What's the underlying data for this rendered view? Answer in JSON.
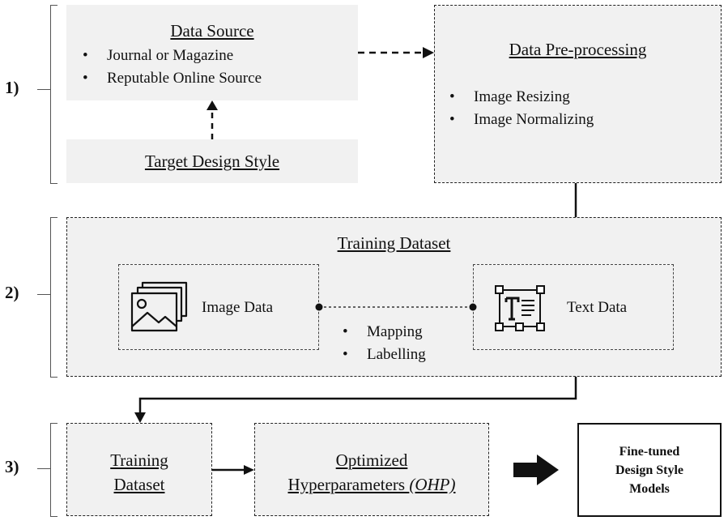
{
  "steps": [
    "1)",
    "2)",
    "3)"
  ],
  "data_source": {
    "title": "Data Source",
    "items": [
      "Journal or Magazine",
      "Reputable Online Source"
    ]
  },
  "target_style": {
    "title": "Target Design Style"
  },
  "preprocessing": {
    "title": "Data Pre-processing",
    "items": [
      "Image Resizing",
      "Image Normalizing"
    ]
  },
  "training": {
    "title": "Training Dataset",
    "image_label": "Image Data",
    "text_label": "Text Data",
    "items": [
      "Mapping",
      "Labelling"
    ],
    "image_icon": "image-gallery-icon",
    "text_icon": "text-box-icon"
  },
  "stage3": {
    "dataset_line1": "Training",
    "dataset_line2": "Dataset",
    "ohp_line1": "Optimized",
    "ohp_line2": "Hyperparameters ",
    "ohp_abbr": "(OHP)",
    "model_lines": [
      "Fine-tuned",
      "Design Style",
      "Models"
    ],
    "arrow_icon": "bold-right-arrow-icon"
  }
}
